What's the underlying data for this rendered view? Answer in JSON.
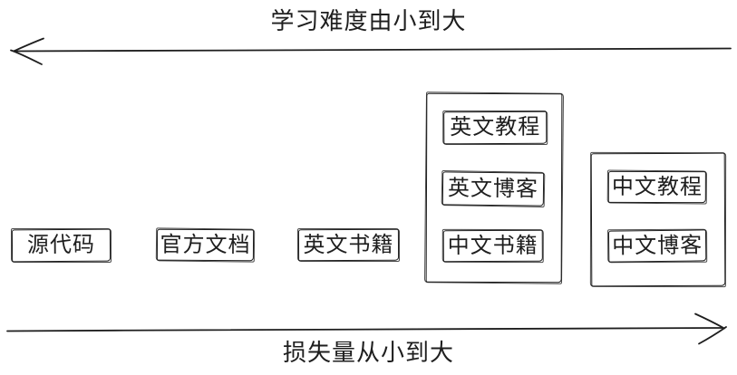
{
  "diagram": {
    "top_axis": {
      "label": "学习难度由小到大",
      "arrow_direction": "left"
    },
    "bottom_axis": {
      "label": "损失量从小到大",
      "arrow_direction": "right"
    },
    "nodes": [
      {
        "label": "源代码"
      },
      {
        "label": "官方文档"
      },
      {
        "label": "英文书籍"
      }
    ],
    "groups": [
      {
        "items": [
          {
            "label": "英文教程"
          },
          {
            "label": "英文博客"
          },
          {
            "label": "中文书籍"
          }
        ]
      },
      {
        "items": [
          {
            "label": "中文教程"
          },
          {
            "label": "中文博客"
          }
        ]
      }
    ],
    "colors": {
      "ink": "#1e1e1e",
      "background": "#ffffff"
    }
  }
}
